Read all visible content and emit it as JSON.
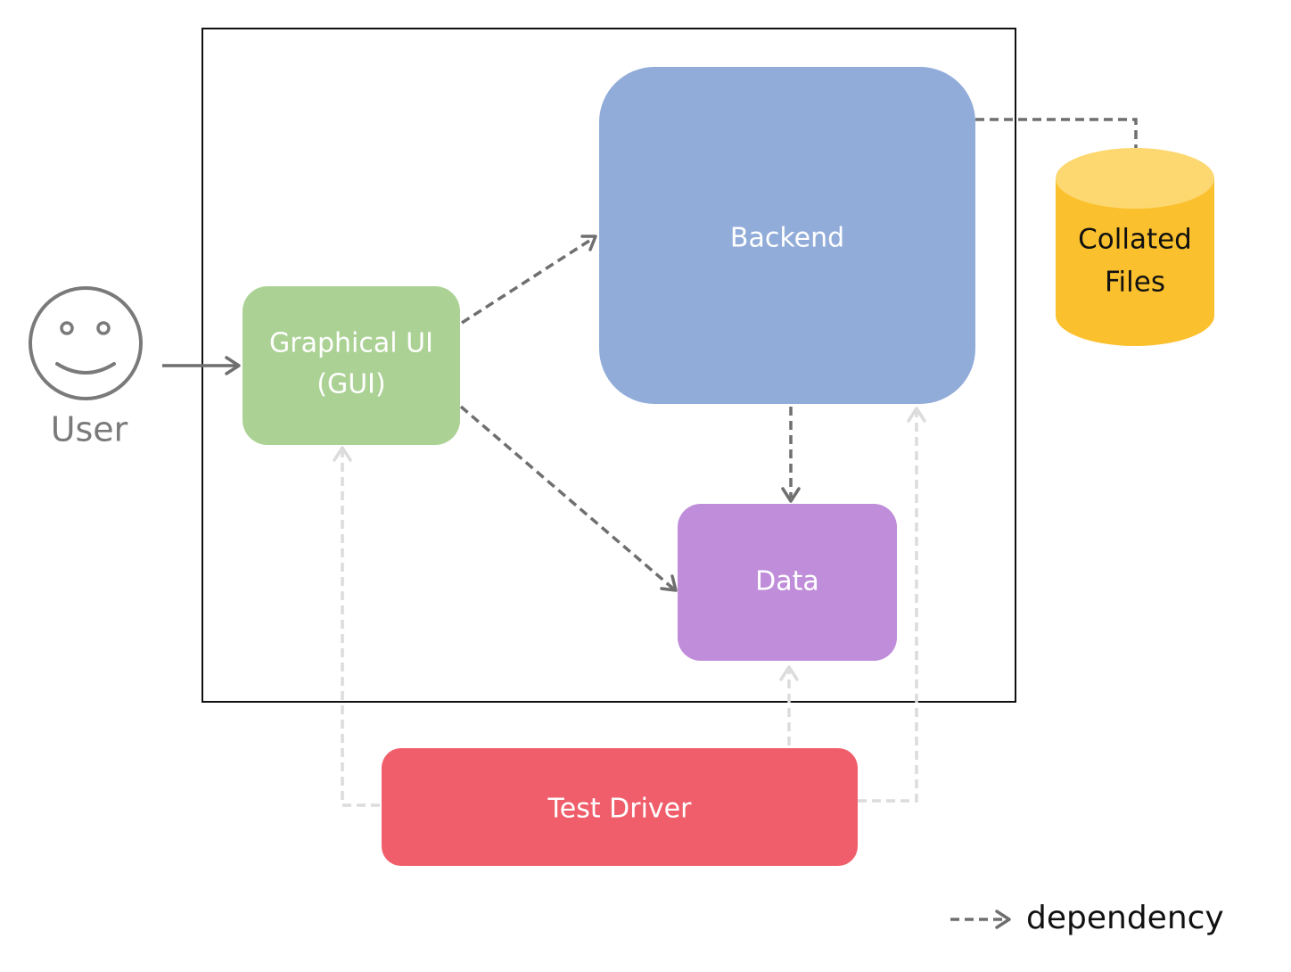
{
  "nodes": {
    "backend": {
      "label": "Backend",
      "color": "#91acd9"
    },
    "gui": {
      "label_line1": "Graphical UI",
      "label_line2": "(GUI)",
      "color": "#abd294"
    },
    "data": {
      "label": "Data",
      "color": "#bf8dd9"
    },
    "test_driver": {
      "label": "Test Driver",
      "color": "#ef5e6a"
    },
    "collated_files": {
      "label_line1": "Collated",
      "label_line2": "Files",
      "color": "#fbc02d",
      "top_color": "#fdd76f"
    }
  },
  "user": {
    "label": "User",
    "icon": "smiley-face-icon",
    "color": "#7a7a7a"
  },
  "legend": {
    "label": "dependency",
    "icon": "dashed-arrow-icon"
  },
  "edge_colors": {
    "dependency": "#6f6f6f",
    "test_dependency": "#dcdcdc"
  }
}
